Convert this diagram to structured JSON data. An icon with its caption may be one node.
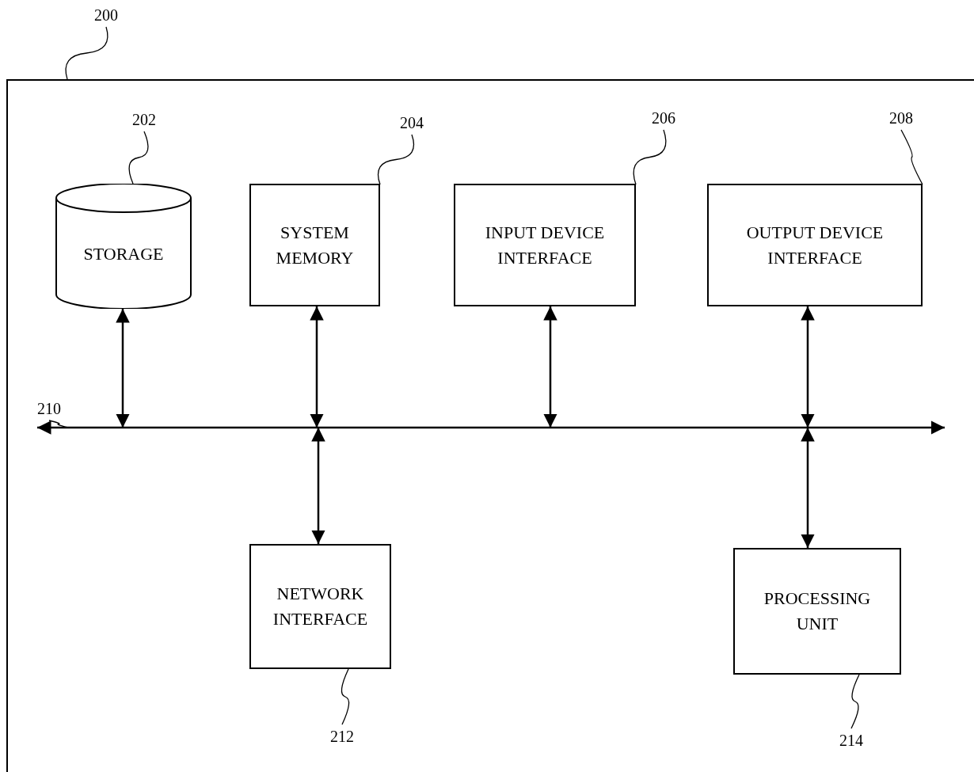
{
  "diagram": {
    "nodes": [
      {
        "text": [
          "200"
        ]
      },
      {
        "text": [],
        "shape": "box"
      },
      {
        "text": [
          "202"
        ],
        "in": 1
      },
      {
        "text": [
          "STORAGE"
        ],
        "in": 1
      },
      {
        "text": [
          "204"
        ],
        "in": 1
      },
      {
        "text": [
          "SYSTEM MEMORY"
        ],
        "in": 1
      },
      {
        "text": [
          "206"
        ],
        "in": 1
      },
      {
        "text": [
          "INPUT DEVICE INTERFACE"
        ],
        "in": 1
      },
      {
        "text": [
          "208"
        ],
        "in": 1
      },
      {
        "text": [
          "OUTPUT DEVICE INTERFACE"
        ],
        "in": 1
      },
      {
        "text": [
          "210"
        ],
        "in": 1
      },
      {
        "text": [],
        "shape": "bar",
        "in": 1
      },
      {
        "text": [
          "NETWORK INTERFACE"
        ],
        "in": 1
      },
      {
        "text": [
          "PROCESSING UNIT"
        ],
        "in": 1
      },
      {
        "text": [
          "212"
        ],
        "in": 1
      },
      {
        "text": [
          "214"
        ],
        "in": 1
      }
    ],
    "edges": [
      {
        "from": 0,
        "to": 1,
        "arrow": "none"
      },
      {
        "from": 2,
        "to": 3,
        "arrow": "none"
      },
      {
        "from": 4,
        "to": 5,
        "arrow": "none"
      },
      {
        "from": 6,
        "to": 7,
        "arrow": "none"
      },
      {
        "from": 8,
        "to": 9,
        "arrow": "none"
      },
      {
        "from": 10,
        "to": 11,
        "arrow": "none"
      },
      {
        "from": 3,
        "to": 11,
        "arrow": "both"
      },
      {
        "from": 5,
        "to": 11,
        "arrow": "both"
      },
      {
        "from": 7,
        "to": 11,
        "arrow": "both"
      },
      {
        "from": 9,
        "to": 11,
        "arrow": "both"
      },
      {
        "from": 11,
        "to": 12,
        "arrow": "both"
      },
      {
        "from": 11,
        "to": 13,
        "arrow": "both"
      },
      {
        "from": 14,
        "to": 12,
        "arrow": "none"
      },
      {
        "from": 15,
        "to": 13,
        "arrow": "none"
      }
    ]
  }
}
